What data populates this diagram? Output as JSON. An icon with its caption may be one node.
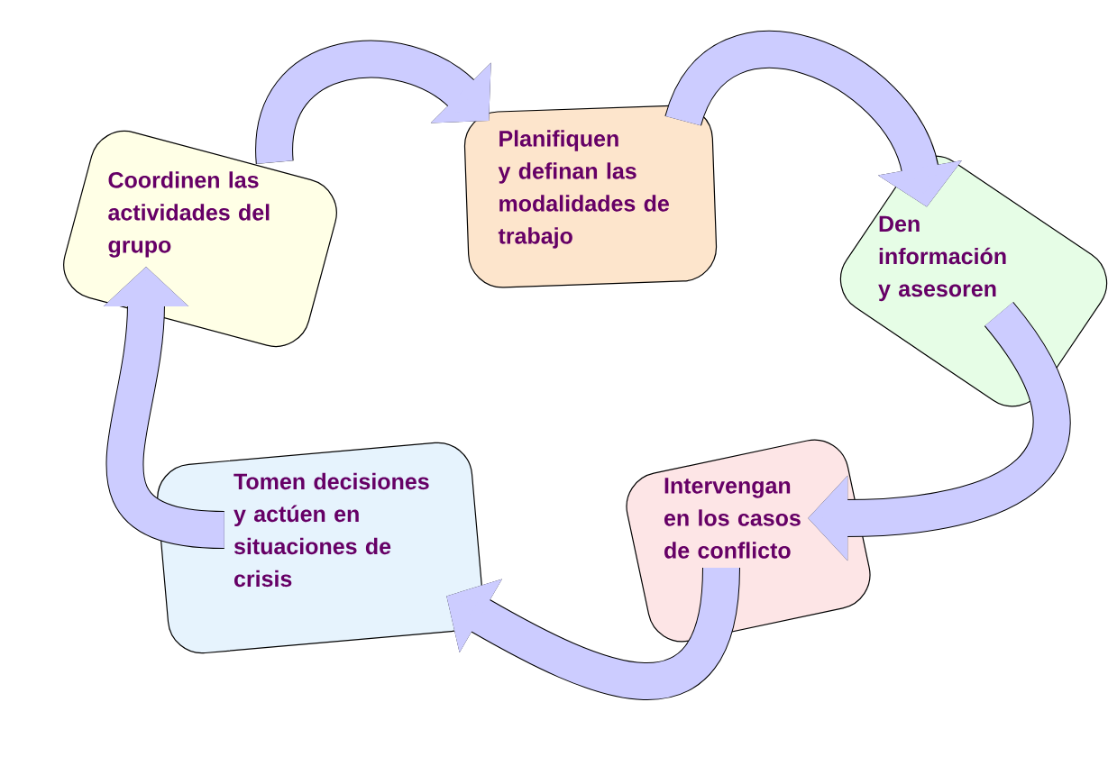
{
  "diagram": {
    "nodes": [
      {
        "text": [
          "Coordinen las actividades del grupo"
        ]
      },
      {
        "text": [
          "Planifiquen y definan las modalidades de trabajo"
        ]
      },
      {
        "text": [
          "Den información y asesoren"
        ]
      },
      {
        "text": [
          "Intervengan en los casos de conflicto"
        ]
      },
      {
        "text": [
          "Tomen decisiones y actúen en situaciones de crisis"
        ]
      }
    ],
    "edges": [
      {
        "from": 0,
        "to": 1,
        "arrow": "to"
      },
      {
        "from": 1,
        "to": 2,
        "arrow": "to"
      },
      {
        "from": 2,
        "to": 3,
        "arrow": "to"
      },
      {
        "from": 3,
        "to": 4,
        "arrow": "to"
      },
      {
        "from": 4,
        "to": 0,
        "arrow": "to"
      }
    ]
  }
}
